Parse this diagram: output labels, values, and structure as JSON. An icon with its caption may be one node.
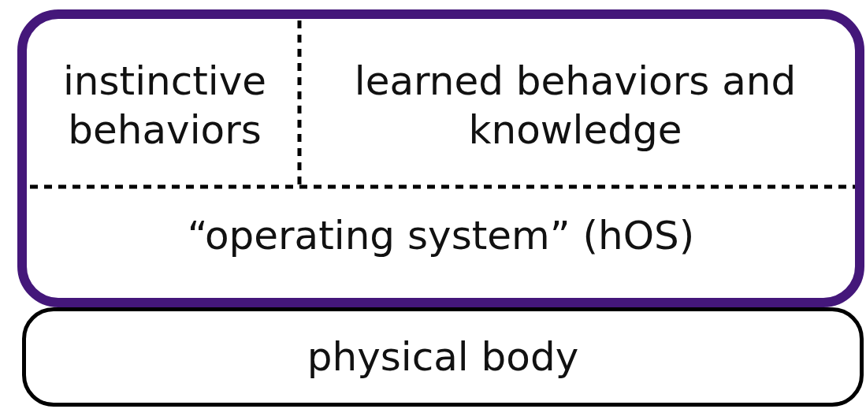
{
  "diagram": {
    "nodes": [
      {
        "text": [],
        "shape": "box"
      },
      {
        "text": [
          "instinctive behaviors"
        ],
        "in": 0
      },
      {
        "text": [
          "learned behaviors and knowledge"
        ],
        "in": 0
      },
      {
        "text": [
          "“operating system” (hOS)"
        ],
        "in": 0
      },
      {
        "text": [
          "physical body"
        ]
      }
    ]
  }
}
